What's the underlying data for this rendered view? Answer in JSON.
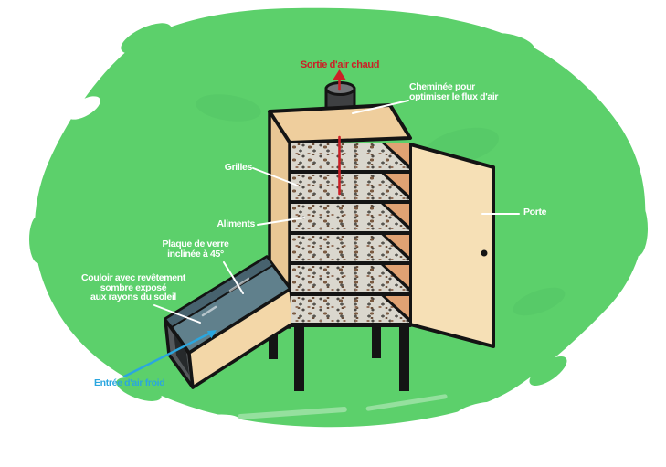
{
  "diagram": {
    "subject": "solar-food-dryer-cutaway",
    "shelf_count": 6,
    "labels": {
      "hot_air_out": {
        "text": "Sortie d'air chaud"
      },
      "chimney": {
        "text": "Cheminée pour\noptimiser le flux d'air"
      },
      "grilles": {
        "text": "Grilles"
      },
      "aliments": {
        "text": "Aliments"
      },
      "glass_plate": {
        "text": "Plaque de verre\ninclinée à 45°"
      },
      "corridor": {
        "text": "Couloir avec revêtement\nsombre exposé\naux rayons du soleil"
      },
      "cold_air_in": {
        "text": "Entrée d'air froid"
      },
      "door": {
        "text": "Porte"
      }
    },
    "colors": {
      "green": "#5cd06b",
      "label_red": "#cb2027",
      "label_blue": "#2aa6df",
      "label_white": "#ffffff",
      "outline_black": "#141414",
      "wood_tan": "#efce9d",
      "door_tan": "#f6e0b6",
      "triangle_orange": "#e0a273",
      "glass_slate": "#60808c",
      "chimney_gray": "#3e4042",
      "tray_base": "#dad7ce"
    }
  }
}
